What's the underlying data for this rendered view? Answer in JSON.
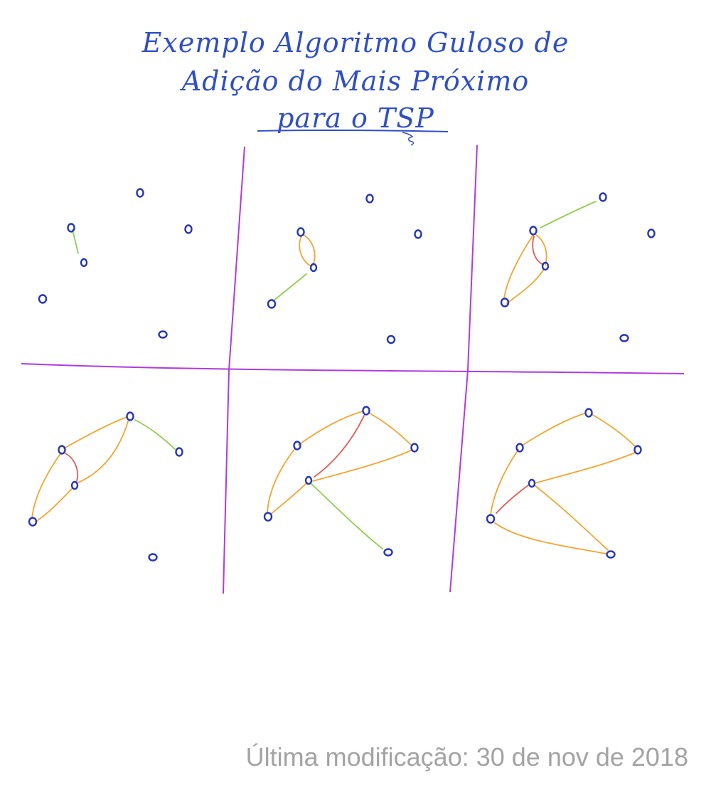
{
  "title": {
    "line1": "Exemplo Algoritmo Guloso de",
    "line2": "Adição do Mais Próximo",
    "line3": "para o TSP"
  },
  "footer": "Última modificação: 30 de nov de 2018",
  "colors": {
    "node": "#2536b8",
    "divider": "#b03ae0",
    "tour_edge": "#f5a42f",
    "new_edge": "#8fcf4f",
    "removed_edge": "#e35b55",
    "title_ink": "#2f4fc4",
    "underline": "#2f4fc4",
    "footer_text": "#a3a3a3"
  }
}
